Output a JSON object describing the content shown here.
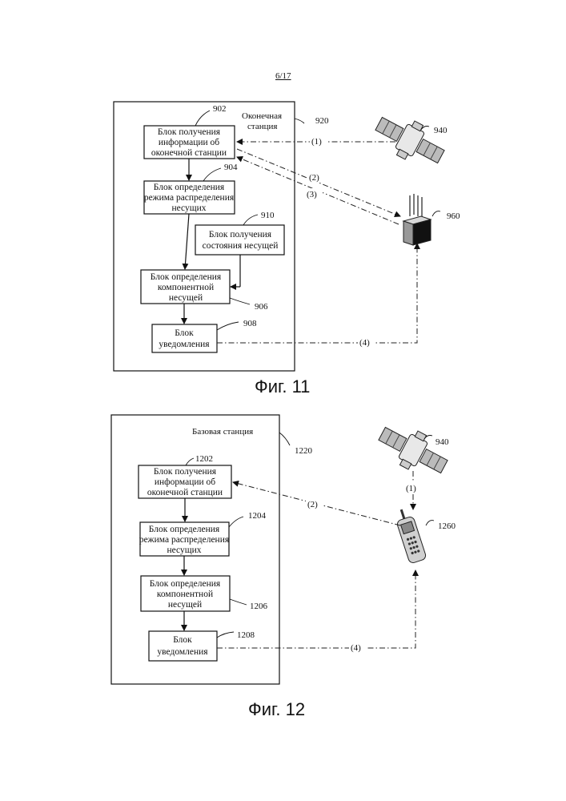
{
  "page_number": "6/17",
  "fig11": {
    "caption": "Фиг. 11",
    "container_label": [
      "Оконечная",
      "станция"
    ],
    "container_ref": "920",
    "blocks": {
      "b902": {
        "lines": [
          "Блок получения",
          "информации об",
          "оконечной станции"
        ],
        "ref": "902"
      },
      "b904": {
        "lines": [
          "Блок определения",
          "режима распределения",
          "несущих"
        ],
        "ref": "904"
      },
      "b910": {
        "lines": [
          "Блок получения",
          "состояния несущей"
        ],
        "ref": "910"
      },
      "b906": {
        "lines": [
          "Блок определения",
          "компонентной",
          "несущей"
        ],
        "ref": "906"
      },
      "b908": {
        "lines": [
          "Блок",
          "уведомления"
        ],
        "ref": "908"
      }
    },
    "satellite_ref": "940",
    "basestation_ref": "960",
    "links": [
      "(1)",
      "(2)",
      "(3)",
      "(4)"
    ]
  },
  "fig12": {
    "caption": "Фиг. 12",
    "container_label": "Базовая станция",
    "container_ref": "1220",
    "blocks": {
      "b1202": {
        "lines": [
          "Блок получения",
          "информации об",
          "оконечной станции"
        ],
        "ref": "1202"
      },
      "b1204": {
        "lines": [
          "Блок определения",
          "режима распределения",
          "несущих"
        ],
        "ref": "1204"
      },
      "b1206": {
        "lines": [
          "Блок определения",
          "компонентной",
          "несущей"
        ],
        "ref": "1206"
      },
      "b1208": {
        "lines": [
          "Блок",
          "уведомления"
        ],
        "ref": "1208"
      }
    },
    "satellite_ref": "940",
    "phone_ref": "1260",
    "links": [
      "(1)",
      "(2)",
      "(4)"
    ]
  }
}
